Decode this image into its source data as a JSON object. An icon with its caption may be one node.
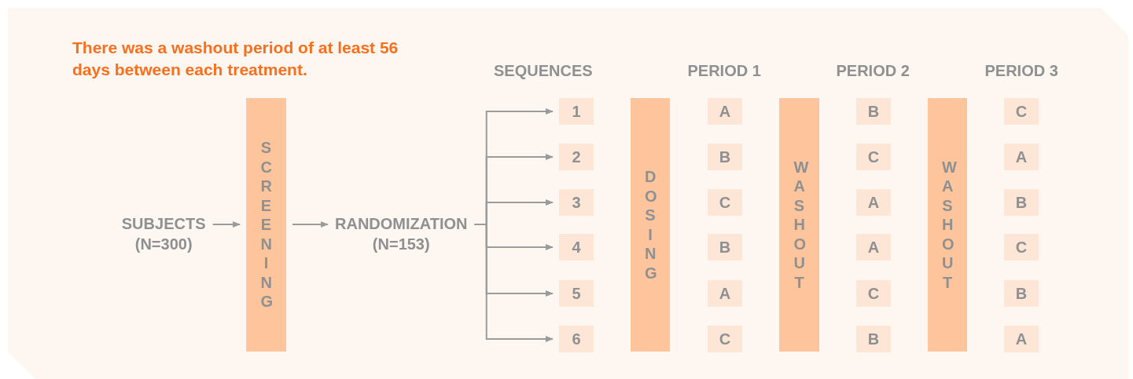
{
  "diagram": {
    "nodes": [
      {
        "text": [
          "SUBJECTS (N=300)"
        ]
      },
      {
        "text": [
          "SCREENING"
        ]
      },
      {
        "text": [
          "RANDOMIZATION (N=153)"
        ]
      },
      {
        "text": [
          "1"
        ]
      },
      {
        "text": [
          "2"
        ]
      },
      {
        "text": [
          "3"
        ]
      },
      {
        "text": [
          "4"
        ]
      },
      {
        "text": [
          "5"
        ]
      },
      {
        "text": [
          "6"
        ]
      },
      {
        "text": [
          "DOSING"
        ]
      },
      {
        "text": [
          "A"
        ]
      },
      {
        "text": [
          "B"
        ]
      },
      {
        "text": [
          "C"
        ]
      },
      {
        "text": [
          "B"
        ]
      },
      {
        "text": [
          "A"
        ]
      },
      {
        "text": [
          "C"
        ]
      },
      {
        "text": [
          "WASHOUT"
        ]
      },
      {
        "text": [
          "B"
        ]
      },
      {
        "text": [
          "C"
        ]
      },
      {
        "text": [
          "A"
        ]
      },
      {
        "text": [
          "A"
        ]
      },
      {
        "text": [
          "C"
        ]
      },
      {
        "text": [
          "B"
        ]
      },
      {
        "text": [
          "WASHOUT"
        ]
      },
      {
        "text": [
          "C"
        ]
      },
      {
        "text": [
          "A"
        ]
      },
      {
        "text": [
          "B"
        ]
      },
      {
        "text": [
          "C"
        ]
      },
      {
        "text": [
          "B"
        ]
      },
      {
        "text": [
          "A"
        ]
      }
    ],
    "edges": [
      {
        "from": 0,
        "to": 1,
        "arrow": "to"
      },
      {
        "from": 1,
        "to": 2,
        "arrow": "to"
      },
      {
        "from": 2,
        "to": 3,
        "arrow": "to"
      },
      {
        "from": 2,
        "to": 4,
        "arrow": "to"
      },
      {
        "from": 2,
        "to": 5,
        "arrow": "to"
      },
      {
        "from": 2,
        "to": 6,
        "arrow": "to"
      },
      {
        "from": 2,
        "to": 7,
        "arrow": "to"
      },
      {
        "from": 2,
        "to": 8,
        "arrow": "to"
      }
    ],
    "labels": [
      "There was a washout period of at least 56 days between each treatment.",
      "SEQUENCES",
      "PERIOD 1",
      "PERIOD 2",
      "PERIOD 3"
    ]
  }
}
